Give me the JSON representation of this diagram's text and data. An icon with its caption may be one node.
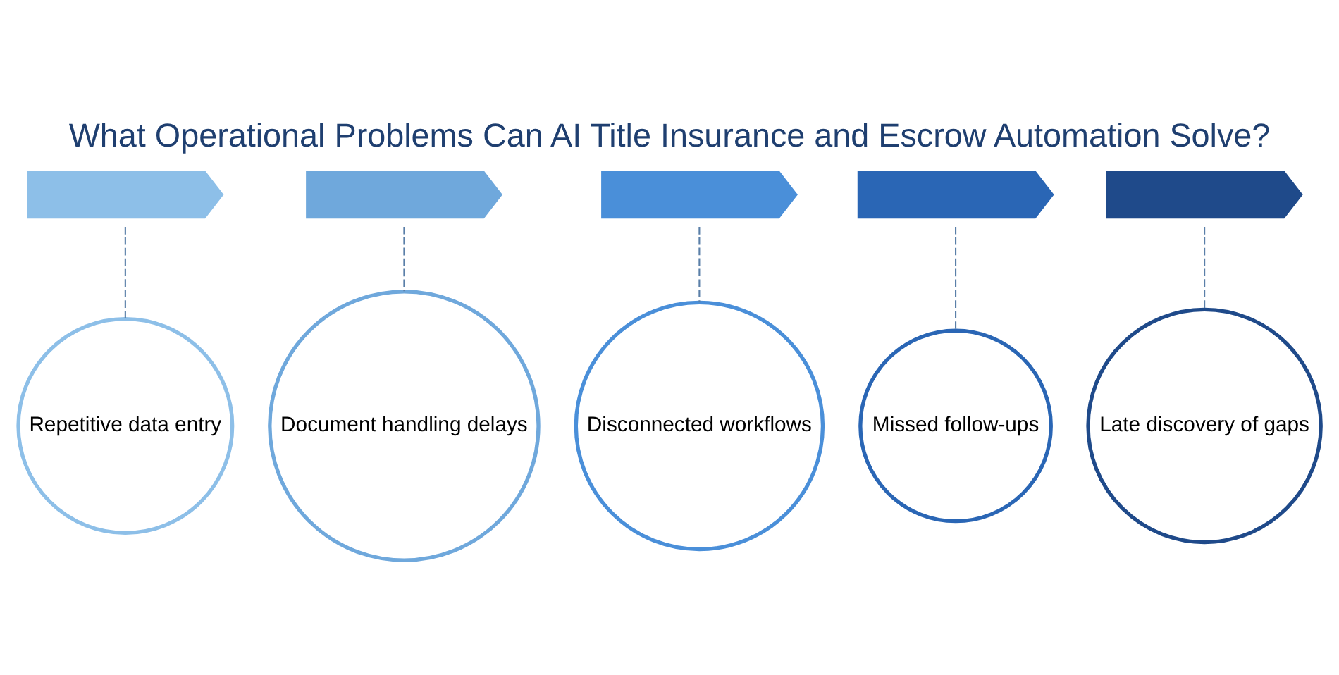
{
  "diagram": {
    "title": "What Operational Problems Can AI Title Insurance and Escrow Automation Solve?",
    "nodes": [
      {
        "text": [],
        "shape": "chevron"
      },
      {
        "text": [],
        "shape": "chevron"
      },
      {
        "text": [],
        "shape": "chevron"
      },
      {
        "text": [],
        "shape": "chevron"
      },
      {
        "text": [],
        "shape": "chevron"
      },
      {
        "text": [
          "Repetitive data entry"
        ]
      },
      {
        "text": [
          "Document handling delays"
        ]
      },
      {
        "text": [
          "Disconnected workflows"
        ]
      },
      {
        "text": [
          "Missed follow-ups"
        ]
      },
      {
        "text": [
          "Late discovery of gaps"
        ]
      }
    ],
    "edges": [
      {
        "from": 0,
        "to": 5,
        "arrow": "none",
        "style": "dashed"
      },
      {
        "from": 1,
        "to": 6,
        "arrow": "none",
        "style": "dashed"
      },
      {
        "from": 2,
        "to": 7,
        "arrow": "none",
        "style": "dashed"
      },
      {
        "from": 3,
        "to": 8,
        "arrow": "none",
        "style": "dashed"
      },
      {
        "from": 4,
        "to": 9,
        "arrow": "none",
        "style": "dashed"
      }
    ]
  }
}
